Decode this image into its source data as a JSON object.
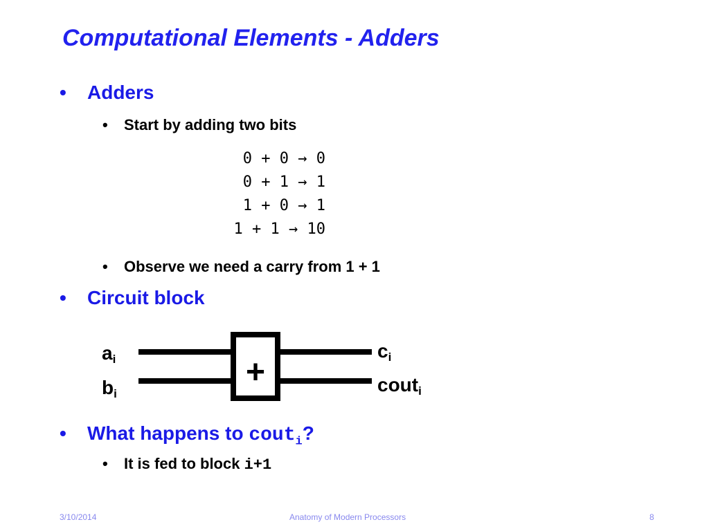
{
  "slide": {
    "title": "Computational Elements - Adders",
    "bullets": {
      "adders": "Adders",
      "start": "Start by adding two bits",
      "observe": "Observe we need a carry from 1 + 1",
      "circuit": "Circuit block",
      "what_prefix": "What happens to ",
      "what_code": "cout",
      "what_sub": "i",
      "what_suffix": "?",
      "fed_prefix": "It is fed to block ",
      "fed_code": "i+1"
    },
    "equations": [
      "0 + 0 → 0",
      "0 + 1 → 1",
      "1 + 0 → 1",
      "1 + 1 → 10"
    ],
    "diagram": {
      "in_a": "a",
      "in_a_sub": "i",
      "in_b": "b",
      "in_b_sub": "i",
      "out_c": "c",
      "out_c_sub": "i",
      "out_cout": "cout",
      "out_cout_sub": "i",
      "op": "+"
    },
    "bullet_glyph": "•"
  },
  "footer": {
    "date": "3/10/2014",
    "center": "Anatomy of Modern Processors",
    "page": "8"
  },
  "colors": {
    "title": "#2222ee",
    "bullet_l1": "#1a1ae6",
    "footer": "#8888ee"
  }
}
